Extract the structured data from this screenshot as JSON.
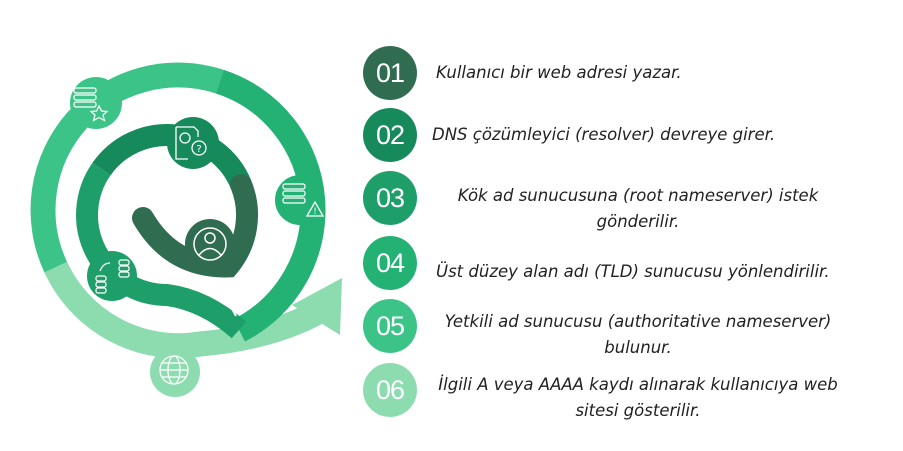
{
  "colors": {
    "step1": "#306d50",
    "step2": "#178a5b",
    "step3": "#1e9f6a",
    "step4": "#23b274",
    "step5": "#3cc488",
    "step6": "#8cdcb0"
  },
  "steps": [
    {
      "num": "01",
      "text": "Kullanıcı bir web adresi yazar."
    },
    {
      "num": "02",
      "text": "DNS çözümleyici (resolver) devreye girer."
    },
    {
      "num": "03",
      "text": "Kök ad sunucusuna (root nameserver) istek gönderilir."
    },
    {
      "num": "04",
      "text": "Üst düzey alan adı (TLD) sunucusu yönlendirilir."
    },
    {
      "num": "05",
      "text": "Yetkili ad sunucusu (authoritative nameserver) bulunur."
    },
    {
      "num": "06",
      "text": "İlgili A veya AAAA kaydı alınarak kullanıcıya web sitesi gösterilir."
    }
  ],
  "icons": [
    "user-icon",
    "clock-document-question-icon",
    "server-warning-icon",
    "database-sync-icon",
    "server-star-icon",
    "globe-icon"
  ]
}
